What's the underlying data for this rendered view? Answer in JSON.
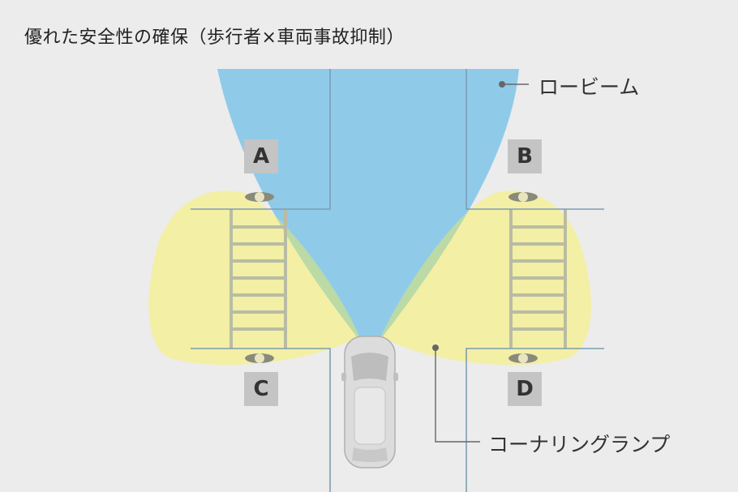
{
  "title": "優れた安全性の確保（歩行者×車両事故抑制）",
  "labels": {
    "low_beam": "ロービーム",
    "cornering_lamp": "コーナリングランプ"
  },
  "zones": [
    "A",
    "B",
    "C",
    "D"
  ],
  "colors": {
    "background": "#ececec",
    "low_beam_blue": "#8fcbe9",
    "cornering_yellow": "#f3efa5",
    "overlap_green": "#bcdaa6",
    "road_line": "#7d9eb3",
    "crosswalk": "#b9bca4"
  }
}
